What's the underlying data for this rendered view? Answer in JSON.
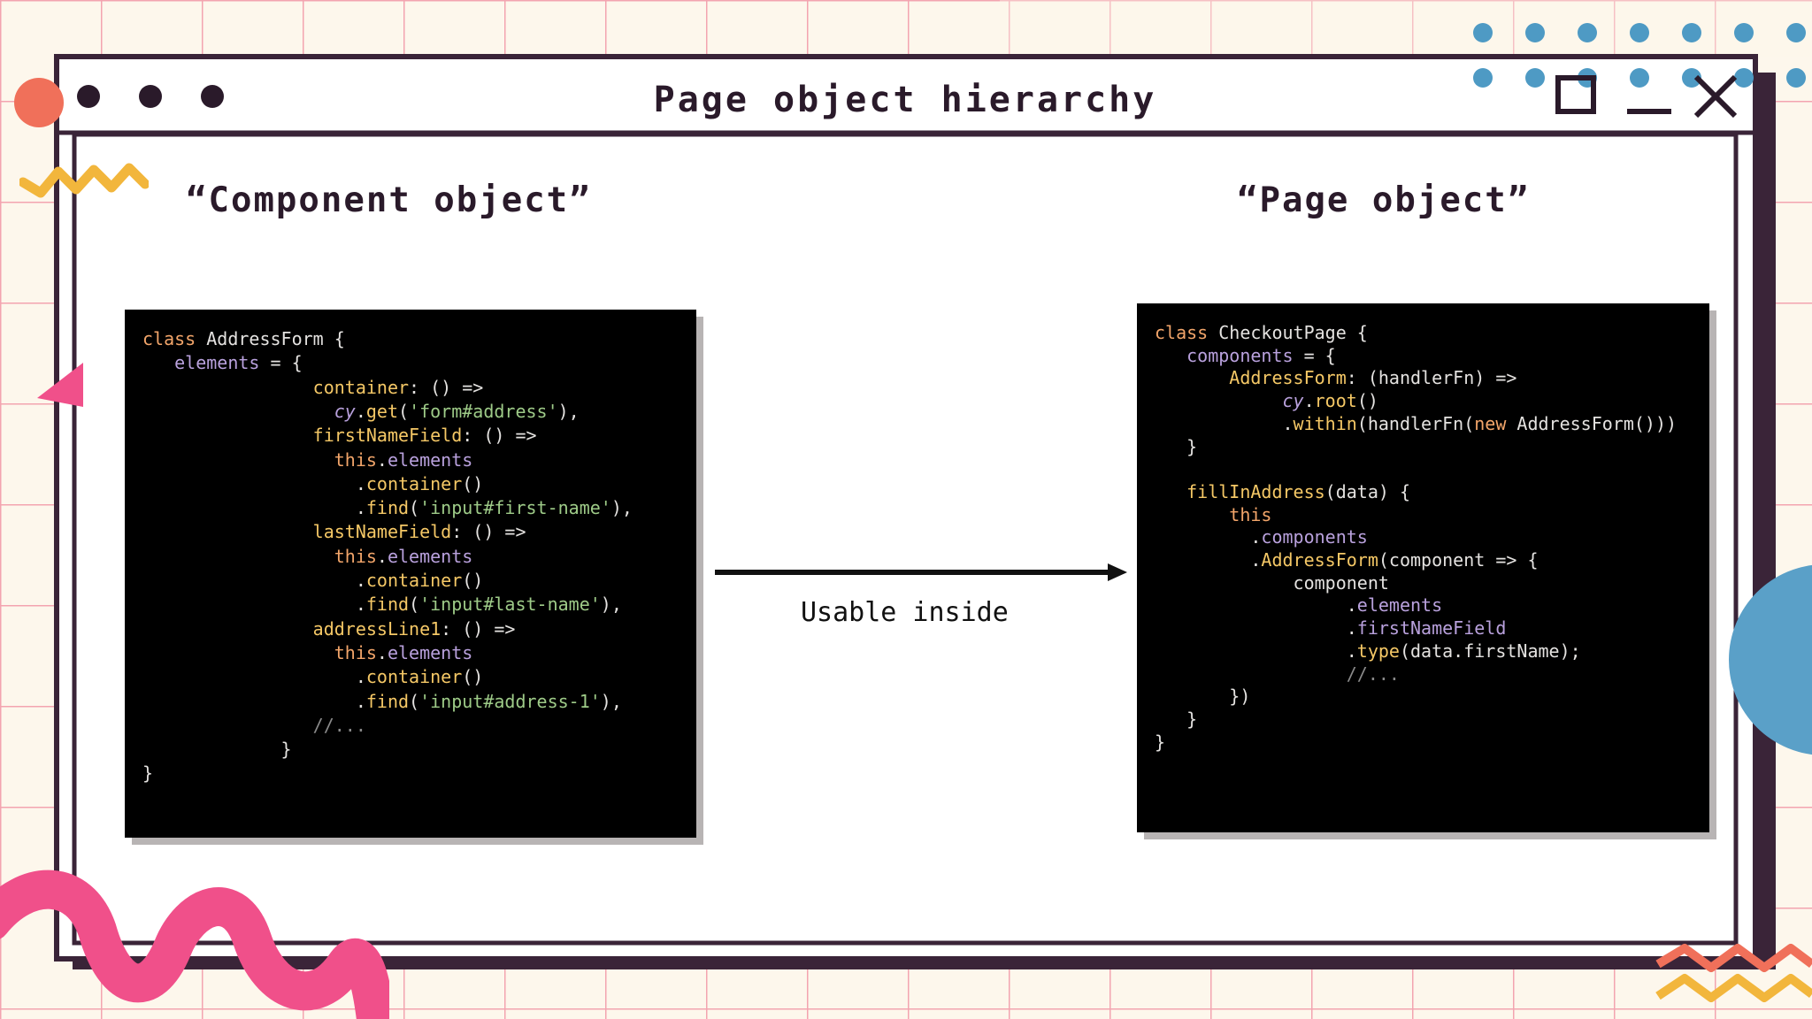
{
  "window": {
    "title": "Page object hierarchy",
    "controls": {
      "maximize": "maximize-icon",
      "minimize": "minimize-icon",
      "close": "close-icon"
    }
  },
  "left": {
    "heading": "“Component object”",
    "code": [
      [
        [
          "kw",
          "class"
        ],
        [
          "t",
          " AddressForm {"
        ]
      ],
      [
        [
          "t",
          "   "
        ],
        [
          "pr",
          "elements"
        ],
        [
          "t",
          " = {"
        ]
      ],
      [
        [
          "t",
          "                "
        ],
        [
          "fn",
          "container"
        ],
        [
          "t",
          ": () =>"
        ]
      ],
      [
        [
          "t",
          "                  "
        ],
        [
          "cy",
          "cy"
        ],
        [
          "t",
          "."
        ],
        [
          "fn",
          "get"
        ],
        [
          "t",
          "("
        ],
        [
          "st",
          "'form#address'"
        ],
        [
          "t",
          "),"
        ]
      ],
      [
        [
          "t",
          "                "
        ],
        [
          "fn",
          "firstNameField"
        ],
        [
          "t",
          ": () =>"
        ]
      ],
      [
        [
          "t",
          "                  "
        ],
        [
          "kw",
          "this"
        ],
        [
          "t",
          "."
        ],
        [
          "pr",
          "elements"
        ]
      ],
      [
        [
          "t",
          "                    ."
        ],
        [
          "fn",
          "container"
        ],
        [
          "t",
          "()"
        ]
      ],
      [
        [
          "t",
          "                    ."
        ],
        [
          "fn",
          "find"
        ],
        [
          "t",
          "("
        ],
        [
          "st",
          "'input#first-name'"
        ],
        [
          "t",
          "),"
        ]
      ],
      [
        [
          "t",
          "                "
        ],
        [
          "fn",
          "lastNameField"
        ],
        [
          "t",
          ": () =>"
        ]
      ],
      [
        [
          "t",
          "                  "
        ],
        [
          "kw",
          "this"
        ],
        [
          "t",
          "."
        ],
        [
          "pr",
          "elements"
        ]
      ],
      [
        [
          "t",
          "                    ."
        ],
        [
          "fn",
          "container"
        ],
        [
          "t",
          "()"
        ]
      ],
      [
        [
          "t",
          "                    ."
        ],
        [
          "fn",
          "find"
        ],
        [
          "t",
          "("
        ],
        [
          "st",
          "'input#last-name'"
        ],
        [
          "t",
          "),"
        ]
      ],
      [
        [
          "t",
          "                "
        ],
        [
          "fn",
          "addressLine1"
        ],
        [
          "t",
          ": () =>"
        ]
      ],
      [
        [
          "t",
          "                  "
        ],
        [
          "kw",
          "this"
        ],
        [
          "t",
          "."
        ],
        [
          "pr",
          "elements"
        ]
      ],
      [
        [
          "t",
          "                    ."
        ],
        [
          "fn",
          "container"
        ],
        [
          "t",
          "()"
        ]
      ],
      [
        [
          "t",
          "                    ."
        ],
        [
          "fn",
          "find"
        ],
        [
          "t",
          "("
        ],
        [
          "st",
          "'input#address-1'"
        ],
        [
          "t",
          "),"
        ]
      ],
      [
        [
          "cm",
          "                //..."
        ]
      ],
      [
        [
          "t",
          "             }"
        ]
      ],
      [
        [
          "t",
          "}"
        ]
      ]
    ]
  },
  "arrow": {
    "label": "Usable inside"
  },
  "right": {
    "heading": "“Page object”",
    "code": [
      [
        [
          "kw",
          "class"
        ],
        [
          "t",
          " CheckoutPage {"
        ]
      ],
      [
        [
          "t",
          "   "
        ],
        [
          "pr",
          "components"
        ],
        [
          "t",
          " = {"
        ]
      ],
      [
        [
          "t",
          "       "
        ],
        [
          "fn",
          "AddressForm"
        ],
        [
          "t",
          ": (handlerFn) =>"
        ]
      ],
      [
        [
          "t",
          "            "
        ],
        [
          "cy",
          "cy"
        ],
        [
          "t",
          "."
        ],
        [
          "fn",
          "root"
        ],
        [
          "t",
          "()"
        ]
      ],
      [
        [
          "t",
          "            ."
        ],
        [
          "fn",
          "within"
        ],
        [
          "t",
          "(handlerFn("
        ],
        [
          "kw",
          "new"
        ],
        [
          "t",
          " AddressForm()))"
        ]
      ],
      [
        [
          "t",
          "   }"
        ]
      ],
      [
        [
          "t",
          ""
        ]
      ],
      [
        [
          "t",
          "   "
        ],
        [
          "fn",
          "fillInAddress"
        ],
        [
          "t",
          "(data) {"
        ]
      ],
      [
        [
          "t",
          "       "
        ],
        [
          "kw",
          "this"
        ]
      ],
      [
        [
          "t",
          "         ."
        ],
        [
          "pr",
          "components"
        ]
      ],
      [
        [
          "t",
          "         ."
        ],
        [
          "fn",
          "AddressForm"
        ],
        [
          "t",
          "(component => {"
        ]
      ],
      [
        [
          "t",
          "             component"
        ]
      ],
      [
        [
          "t",
          "                  ."
        ],
        [
          "pr",
          "elements"
        ]
      ],
      [
        [
          "t",
          "                  ."
        ],
        [
          "pr",
          "firstNameField"
        ]
      ],
      [
        [
          "t",
          "                  ."
        ],
        [
          "fn",
          "type"
        ],
        [
          "t",
          "(data.firstName);"
        ]
      ],
      [
        [
          "cm",
          "                  //..."
        ]
      ],
      [
        [
          "t",
          "       })"
        ]
      ],
      [
        [
          "t",
          "   }"
        ]
      ],
      [
        [
          "t",
          "}"
        ]
      ]
    ]
  },
  "colors": {
    "pink": "#f0508a",
    "coral": "#f0705a",
    "frame": "#3a2438",
    "blue": "#5aa0c8",
    "yellow": "#f2b63c",
    "background": "#fdf7ec"
  }
}
